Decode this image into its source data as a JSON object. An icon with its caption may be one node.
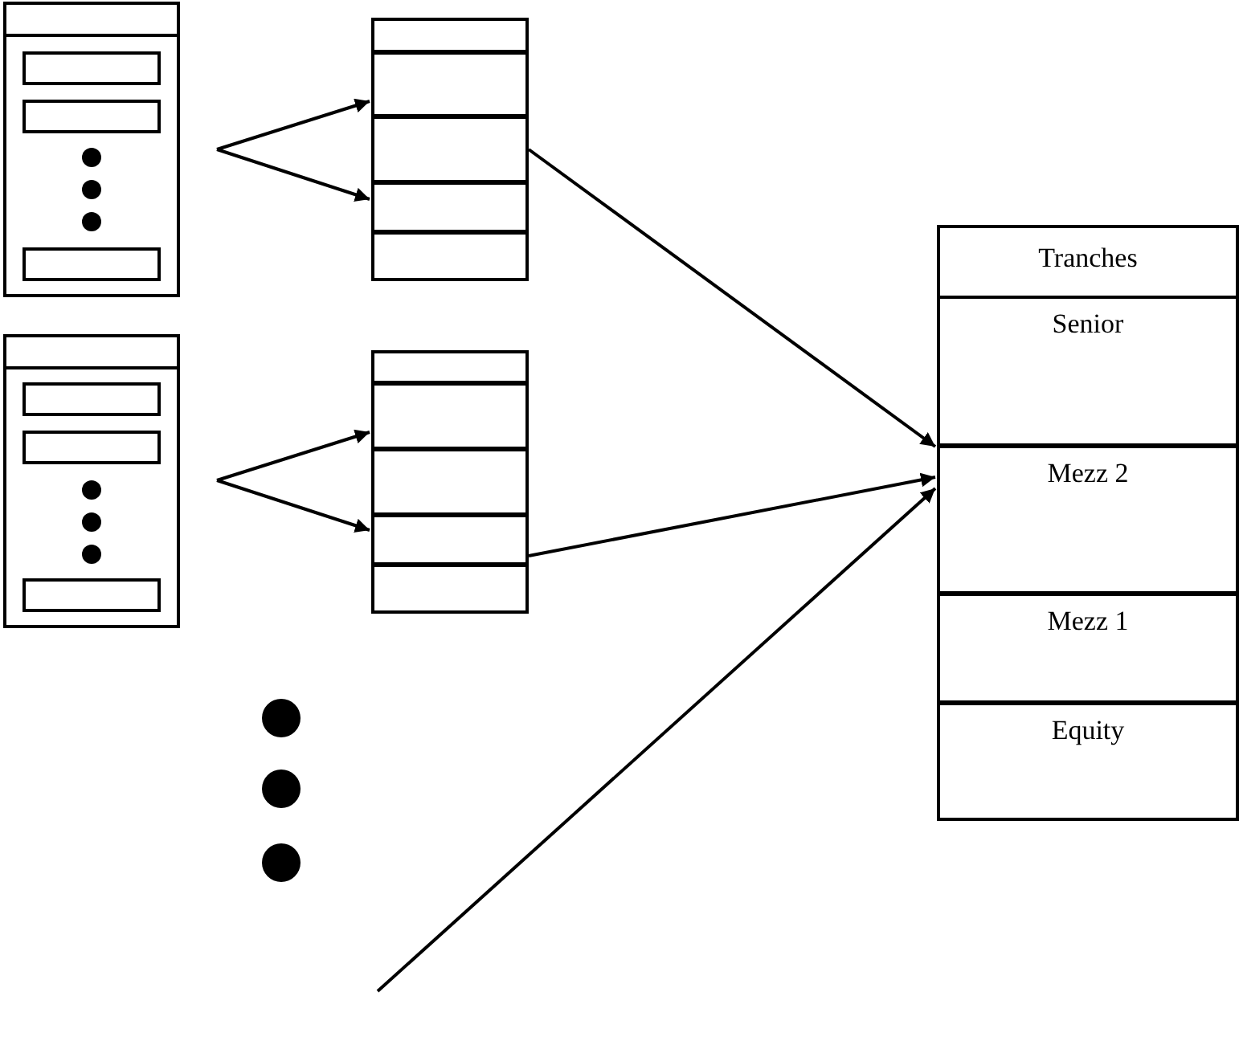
{
  "diagram": {
    "nodes": [
      {
        "text": [],
        "shape": "box"
      },
      {
        "text": [],
        "shape": "box",
        "in": 0
      },
      {
        "text": [],
        "shape": "box",
        "in": 0
      },
      {
        "text": [],
        "shape": "box",
        "in": 0
      },
      {
        "text": [],
        "shape": "box"
      },
      {
        "text": [],
        "shape": "box",
        "in": 4
      },
      {
        "text": [],
        "shape": "box",
        "in": 4
      },
      {
        "text": [],
        "shape": "box",
        "in": 4
      },
      {
        "text": [],
        "shape": "box",
        "in": 4
      },
      {
        "text": [],
        "shape": "box",
        "in": 4
      },
      {
        "text": [],
        "shape": "box"
      },
      {
        "text": [],
        "shape": "box",
        "in": 10
      },
      {
        "text": [],
        "shape": "box",
        "in": 10
      },
      {
        "text": [],
        "shape": "box",
        "in": 10
      },
      {
        "text": [],
        "shape": "box"
      },
      {
        "text": [],
        "shape": "box",
        "in": 14
      },
      {
        "text": [],
        "shape": "box",
        "in": 14
      },
      {
        "text": [],
        "shape": "box",
        "in": 14
      },
      {
        "text": [],
        "shape": "box",
        "in": 14
      },
      {
        "text": [],
        "shape": "box",
        "in": 14
      },
      {
        "text": [
          "Tranches"
        ]
      },
      {
        "text": [
          "Senior"
        ],
        "in": 20
      },
      {
        "text": [
          "Mezz 2"
        ],
        "in": 20
      },
      {
        "text": [
          "Mezz 1"
        ],
        "in": 20
      },
      {
        "text": [
          "Equity"
        ],
        "in": 20
      }
    ],
    "edges": [
      {
        "from": null,
        "to": 6,
        "arrow": "to"
      },
      {
        "from": null,
        "to": 8,
        "arrow": "to"
      },
      {
        "from": null,
        "to": 16,
        "arrow": "to"
      },
      {
        "from": null,
        "to": 18,
        "arrow": "to"
      },
      {
        "from": 7,
        "to": 20,
        "arrow": "to"
      },
      {
        "from": 18,
        "to": 20,
        "arrow": "to"
      },
      {
        "from": null,
        "to": 20,
        "arrow": "to"
      }
    ]
  }
}
